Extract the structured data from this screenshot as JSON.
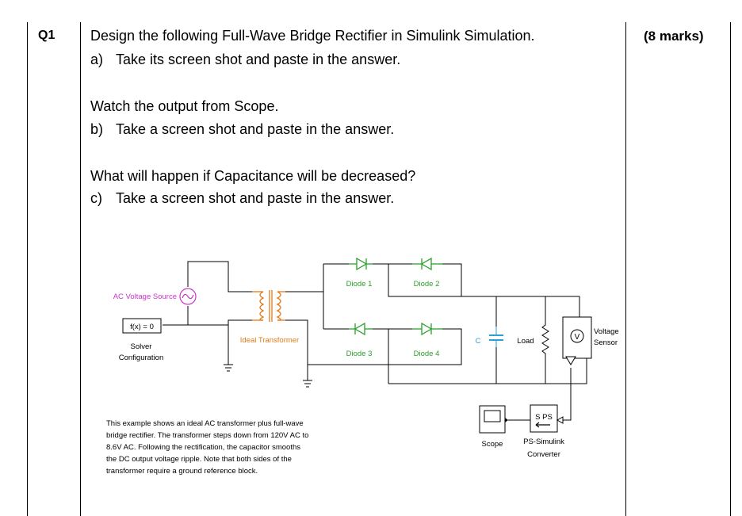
{
  "question": {
    "number": "Q1",
    "marks": "(8 marks)",
    "title": "Design the following Full-Wave Bridge Rectifier in Simulink Simulation.",
    "part_a": {
      "label": "a)",
      "text": "Take its screen shot and paste in the answer."
    },
    "watch": "Watch the output from Scope.",
    "part_b": {
      "label": "b)",
      "text": "Take a screen shot and paste in the answer."
    },
    "capacitance_question": "What will happen if Capacitance will be decreased?",
    "part_c": {
      "label": "c)",
      "text": "Take a screen shot and paste in the answer."
    }
  },
  "diagram": {
    "ac_source": "AC Voltage Source",
    "solver_block": "f(x) = 0",
    "solver_label_1": "Solver",
    "solver_label_2": "Configuration",
    "transformer": "Ideal Transformer",
    "diode1": "Diode 1",
    "diode2": "Diode 2",
    "diode3": "Diode 3",
    "diode4": "Diode 4",
    "capacitor": "C",
    "load": "Load",
    "voltage_sensor_1": "Voltage",
    "voltage_sensor_2": "Sensor",
    "sensor_symbol": "V",
    "scope": "Scope",
    "ps_block": "S PS",
    "converter_1": "PS-Simulink",
    "converter_2": "Converter",
    "note": "This example shows an ideal AC transformer plus full-wave bridge rectifier. The transformer steps down from 120V AC to 8.6V AC. Following the rectification, the capacitor smooths the DC output voltage ripple. Note that both sides of the transformer require a ground reference block.",
    "colors": {
      "diode": "#2aa02a",
      "source": "#cc33cc",
      "transformer": "#e07a1a",
      "capacitor": "#2b9fd8",
      "wire": "#000000"
    }
  }
}
